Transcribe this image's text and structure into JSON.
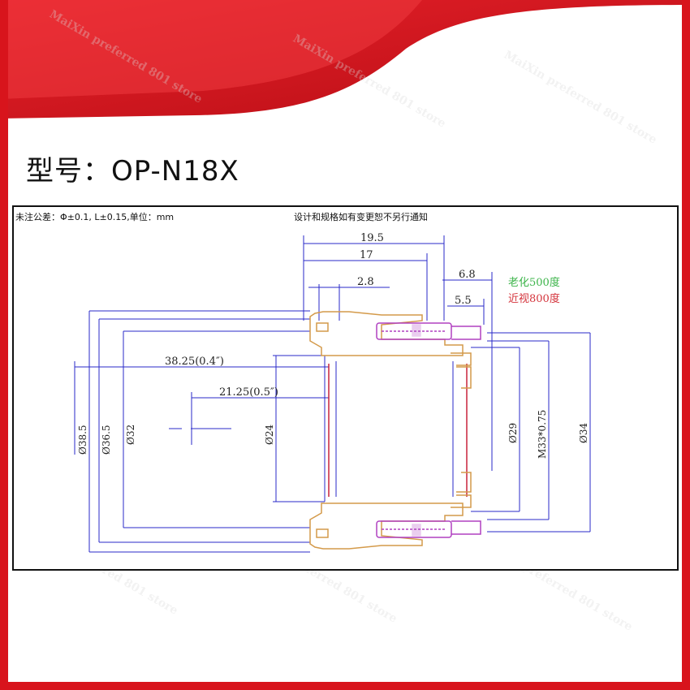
{
  "title": {
    "model_label": "型号：OP-N18X"
  },
  "notes": {
    "tolerance": "未注公差：Φ±0.1, L±0.15,单位：mm",
    "disclaimer": "设计和规格如有变更恕不另行通知"
  },
  "dimensions": {
    "len_19_5": "19.5",
    "len_17": "17",
    "len_6_8": "6.8",
    "len_2_8": "2.8",
    "len_5_5": "5.5",
    "len_38_25": "38.25(0.4″)",
    "len_21_25": "21.25(0.5″)",
    "dia_38_5": "Ø38.5",
    "dia_36_5": "Ø36.5",
    "dia_32": "Ø32",
    "dia_24": "Ø24",
    "dia_29": "Ø29",
    "thread": "M33*0.75",
    "dia_34": "Ø34"
  },
  "legend": {
    "presbyopia": "老化500度",
    "myopia": "近视800度",
    "presbyopia_color": "#3cb44a",
    "myopia_color": "#d4343c"
  },
  "watermark": "MaiXin preferred 801 store",
  "colors": {
    "brand_red": "#d8141c",
    "housing_orange": "#d49a4a",
    "ring_purple": "#b040c0",
    "line_blue": "#2a2ac8",
    "lens_red": "#c8243c"
  }
}
